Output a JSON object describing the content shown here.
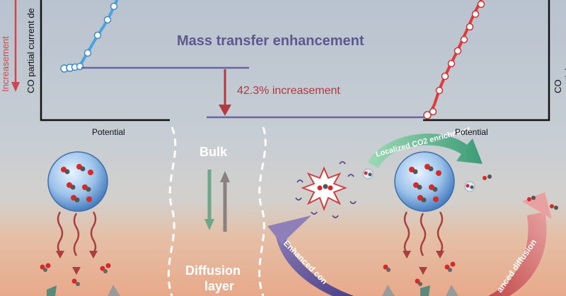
{
  "title": "Mass transfer enhancement",
  "improvement": "42.3% increasement",
  "increase_label": "Increasement",
  "left_chart": {
    "ylabel": "CO partial current de",
    "xlabel": "Potential"
  },
  "right_chart": {
    "ylabel": "CO partial current de",
    "xlabel": "Potential"
  },
  "bulk_label": "Bulk",
  "diffusion_label": [
    "Diffusion",
    "layer"
  ],
  "arrow_labels": {
    "left": "Enhanced con",
    "right": "anced diffusion",
    "top": "Localized CO2 enrichment"
  },
  "colors": {
    "left_curve": "#4aa3dc",
    "right_curve": "#e03a3a",
    "title": "#5a5a8e",
    "accent_red": "#b03a40"
  }
}
